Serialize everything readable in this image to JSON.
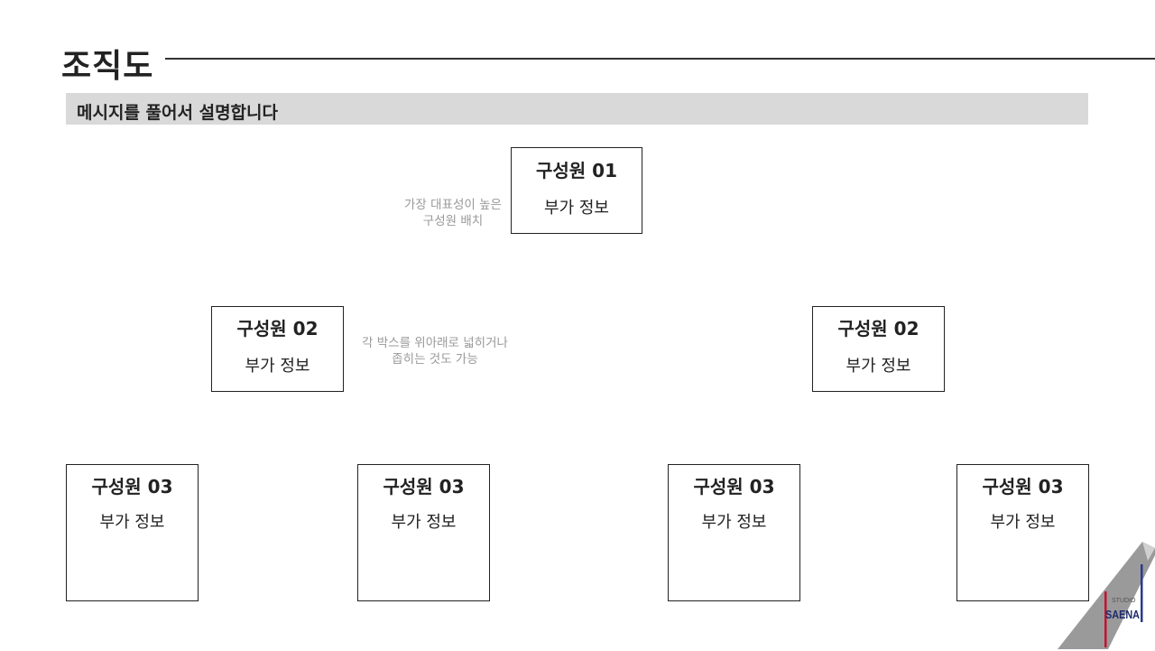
{
  "header": {
    "title": "조직도",
    "subtitle": "메시지를 풀어서 설명합니다"
  },
  "members": {
    "level1": {
      "name": "구성원 01",
      "info": "부가 정보"
    },
    "level2": [
      {
        "name": "구성원 02",
        "info": "부가 정보"
      },
      {
        "name": "구성원 02",
        "info": "부가 정보"
      }
    ],
    "level3": [
      {
        "name": "구성원 03",
        "info": "부가 정보"
      },
      {
        "name": "구성원 03",
        "info": "부가 정보"
      },
      {
        "name": "구성원 03",
        "info": "부가 정보"
      },
      {
        "name": "구성원 03",
        "info": "부가 정보"
      }
    ]
  },
  "notes": {
    "top_line1": "가장 대표성이 높은",
    "top_line2": "구성원 배치",
    "mid_line1": "각 박스를 위아래로 넓히거나",
    "mid_line2": "좁히는 것도 가능"
  },
  "logo": {
    "small_text": "STUDIO",
    "brand_text": "SAENA",
    "colors": {
      "red": "#c8102e",
      "blue": "#2b3a8c",
      "gray": "#9a9a9a"
    }
  }
}
